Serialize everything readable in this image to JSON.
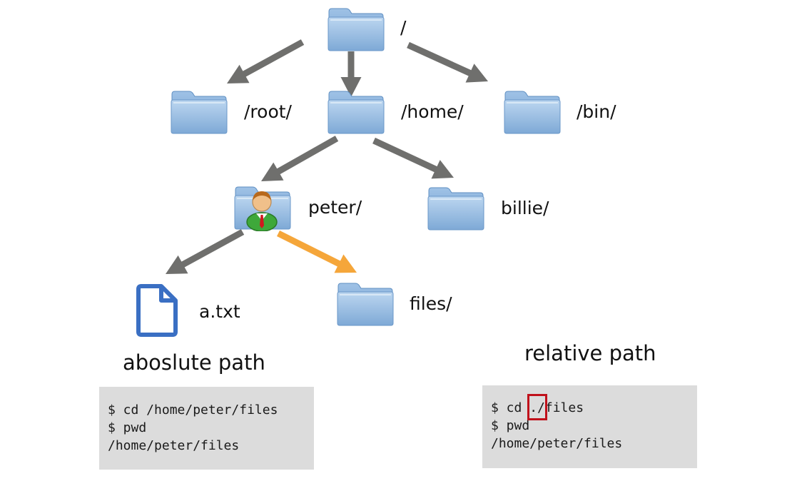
{
  "nodes": {
    "root_dir": "/",
    "root_home": "/root/",
    "home": "/home/",
    "bin": "/bin/",
    "peter": "peter/",
    "billie": "billie/",
    "file_a": "a.txt",
    "files": "files/"
  },
  "absolute": {
    "heading": "aboslute path",
    "cmd1": "$ cd /home/peter/files",
    "cmd2": "$ pwd",
    "output": "/home/peter/files"
  },
  "relative": {
    "heading": "relative path",
    "cmd1_prefix": "$ cd ",
    "cmd1_highlight": "./",
    "cmd1_suffix": "files",
    "cmd2": "$ pwd",
    "output": "/home/peter/files"
  },
  "colors": {
    "arrow": "#6f6f6d",
    "highlight_arrow": "#f5a63a",
    "folder": "#8db4dd",
    "file_icon": "#3a6fc3",
    "terminal_bg": "#dcdcdc",
    "highlight_box": "#c0111b"
  },
  "icons": {
    "folder": "folder-icon",
    "user_folder": "user-folder-icon",
    "document": "document-icon"
  }
}
